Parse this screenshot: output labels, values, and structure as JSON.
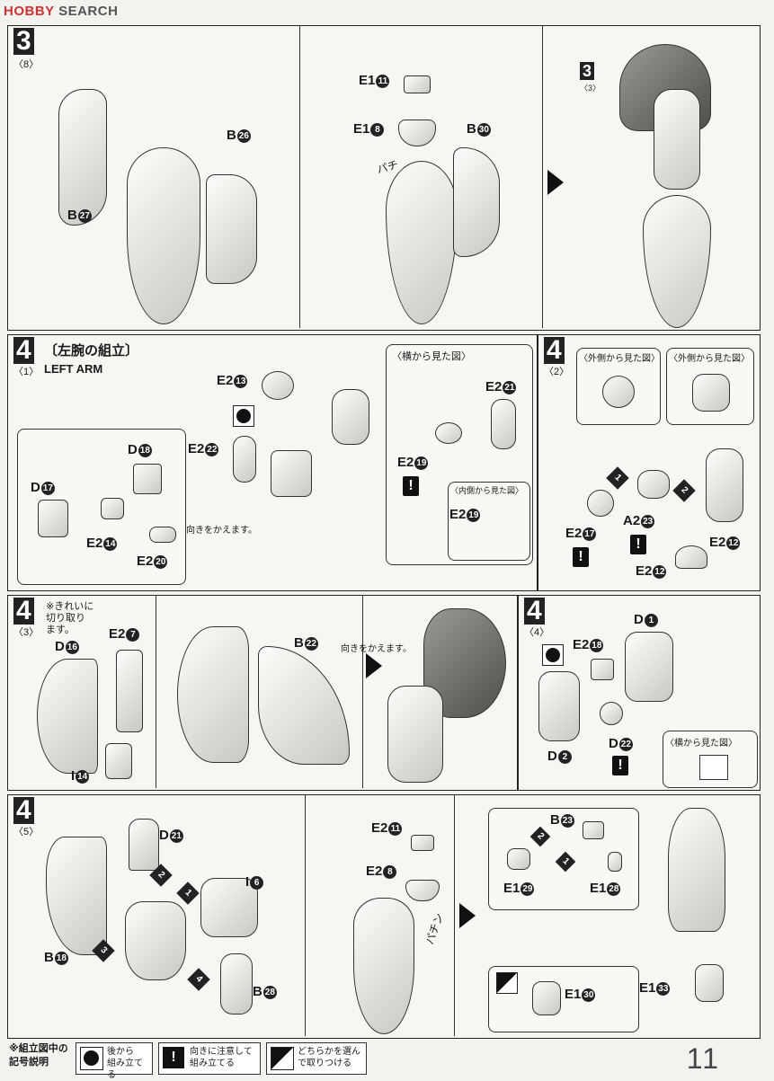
{
  "watermark": {
    "brand": "HOBBY",
    "word": "SEARCH"
  },
  "step3": {
    "number": "3",
    "sub": "〈8〉",
    "parts": {
      "b26": "B",
      "b26n": "26",
      "b27": "B",
      "b27n": "27",
      "e1_11": "E1",
      "e1_11n": "11",
      "e1_8": "E1",
      "e1_8n": "8",
      "b30": "B",
      "b30n": "30",
      "snap": "パチ"
    },
    "ref": {
      "number": "3",
      "sub": "〈3〉"
    }
  },
  "step4_1": {
    "number": "4",
    "sub": "〈1〉",
    "title": "〔左腕の組立〕",
    "title_en": "LEFT ARM",
    "parts": {
      "e2_13": "E2",
      "e2_13n": "13",
      "e2_22": "E2",
      "e2_22n": "22",
      "d18": "D",
      "d18n": "18",
      "d17": "D",
      "d17n": "17",
      "e2_14": "E2",
      "e2_14n": "14",
      "e2_20": "E2",
      "e2_20n": "20",
      "e2_21": "E2",
      "e2_21n": "21",
      "e2_19a": "E2",
      "e2_19an": "19",
      "e2_19b": "E2",
      "e2_19bn": "19"
    },
    "note": "向きをかえます。",
    "inset_side": "〈横から見た図〉",
    "inset_inner": "〈内側から見た図〉"
  },
  "step4_2": {
    "number": "4",
    "sub": "〈2〉",
    "inset_inner": "〈外側から見た図〉",
    "inset_outer": "〈外側から見た図〉",
    "parts": {
      "e2_17": "E2",
      "e2_17n": "17",
      "a2_23": "A2",
      "a2_23n": "23",
      "e2_12a": "E2",
      "e2_12an": "12",
      "e2_12b": "E2",
      "e2_12bn": "12"
    },
    "step1": "1",
    "step2": "2"
  },
  "step4_3": {
    "number": "4",
    "sub": "〈3〉",
    "note": "※きれいに\n切り取り\nます。",
    "parts": {
      "d16": "D",
      "d16n": "16",
      "e2_7": "E2",
      "e2_7n": "7",
      "i14": "I",
      "i14n": "14",
      "b22": "B",
      "b22n": "22"
    },
    "turn": "向きをかえます。"
  },
  "step4_4": {
    "number": "4",
    "sub": "〈4〉",
    "parts": {
      "d1": "D",
      "d1n": "1",
      "e2_18": "E2",
      "e2_18n": "18",
      "d2": "D",
      "d2n": "2",
      "d22": "D",
      "d22n": "22"
    },
    "inset_side": "〈横から見た図〉"
  },
  "step4_5": {
    "number": "4",
    "sub": "〈5〉",
    "parts": {
      "d21": "D",
      "d21n": "21",
      "i6": "I",
      "i6n": "6",
      "b18": "B",
      "b18n": "18",
      "b28": "B",
      "b28n": "28",
      "e2_11": "E2",
      "e2_11n": "11",
      "e2_8": "E2",
      "e2_8n": "8",
      "b23": "B",
      "b23n": "23",
      "e1_29": "E1",
      "e1_29n": "29",
      "e1_28": "E1",
      "e1_28n": "28",
      "e1_33": "E1",
      "e1_33n": "33",
      "e1_30": "E1",
      "e1_30n": "30"
    },
    "snap": "パチン",
    "steps": [
      "1",
      "2",
      "3",
      "4"
    ]
  },
  "legend": {
    "head": "※組立図中の\n記号説明",
    "items": [
      {
        "icon": "back-assembly-icon",
        "text": "後から\n組み立てる"
      },
      {
        "icon": "caution-icon",
        "text": "向きに注意して\n組み立てる"
      },
      {
        "icon": "choose-icon",
        "text": "どちらかを選ん\nで取りつける"
      }
    ],
    "page": "11"
  }
}
